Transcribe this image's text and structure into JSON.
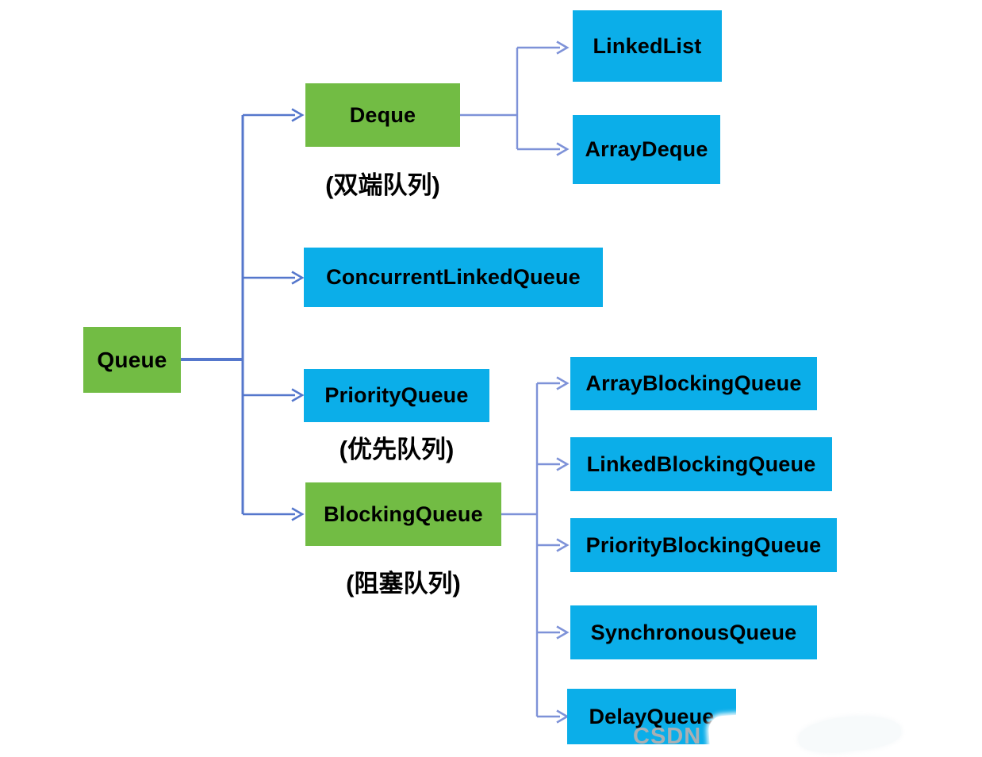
{
  "diagram": {
    "title_semantic": "Java Queue class hierarchy",
    "colors": {
      "interface_green": "#72BC44",
      "implementation_blue": "#0BAEE9",
      "line_main": "#5577CC",
      "line_branch": "#7E92D8",
      "label_text": "#000000",
      "watermark_gray": "#A9AFB3"
    },
    "nodes": {
      "queue": {
        "label": "Queue"
      },
      "deque": {
        "label": "Deque",
        "caption": "(双端队列)"
      },
      "concurrent_linked_queue": {
        "label": "ConcurrentLinkedQueue"
      },
      "priority_queue": {
        "label": "PriorityQueue",
        "caption": "(优先队列)"
      },
      "blocking_queue": {
        "label": "BlockingQueue",
        "caption": "(阻塞队列)"
      },
      "linked_list": {
        "label": "LinkedList"
      },
      "array_deque": {
        "label": "ArrayDeque"
      },
      "array_blocking_queue": {
        "label": "ArrayBlockingQueue"
      },
      "linked_blocking_queue": {
        "label": "LinkedBlockingQueue"
      },
      "priority_blocking_queue": {
        "label": "PriorityBlockingQueue"
      },
      "synchronous_queue": {
        "label": "SynchronousQueue"
      },
      "delay_queue": {
        "label": "DelayQueue"
      }
    },
    "edges": [
      "queue->deque",
      "queue->concurrent_linked_queue",
      "queue->priority_queue",
      "queue->blocking_queue",
      "deque->linked_list",
      "deque->array_deque",
      "blocking_queue->array_blocking_queue",
      "blocking_queue->linked_blocking_queue",
      "blocking_queue->priority_blocking_queue",
      "blocking_queue->synchronous_queue",
      "blocking_queue->delay_queue"
    ],
    "watermark": {
      "text": "CSDN @"
    }
  }
}
